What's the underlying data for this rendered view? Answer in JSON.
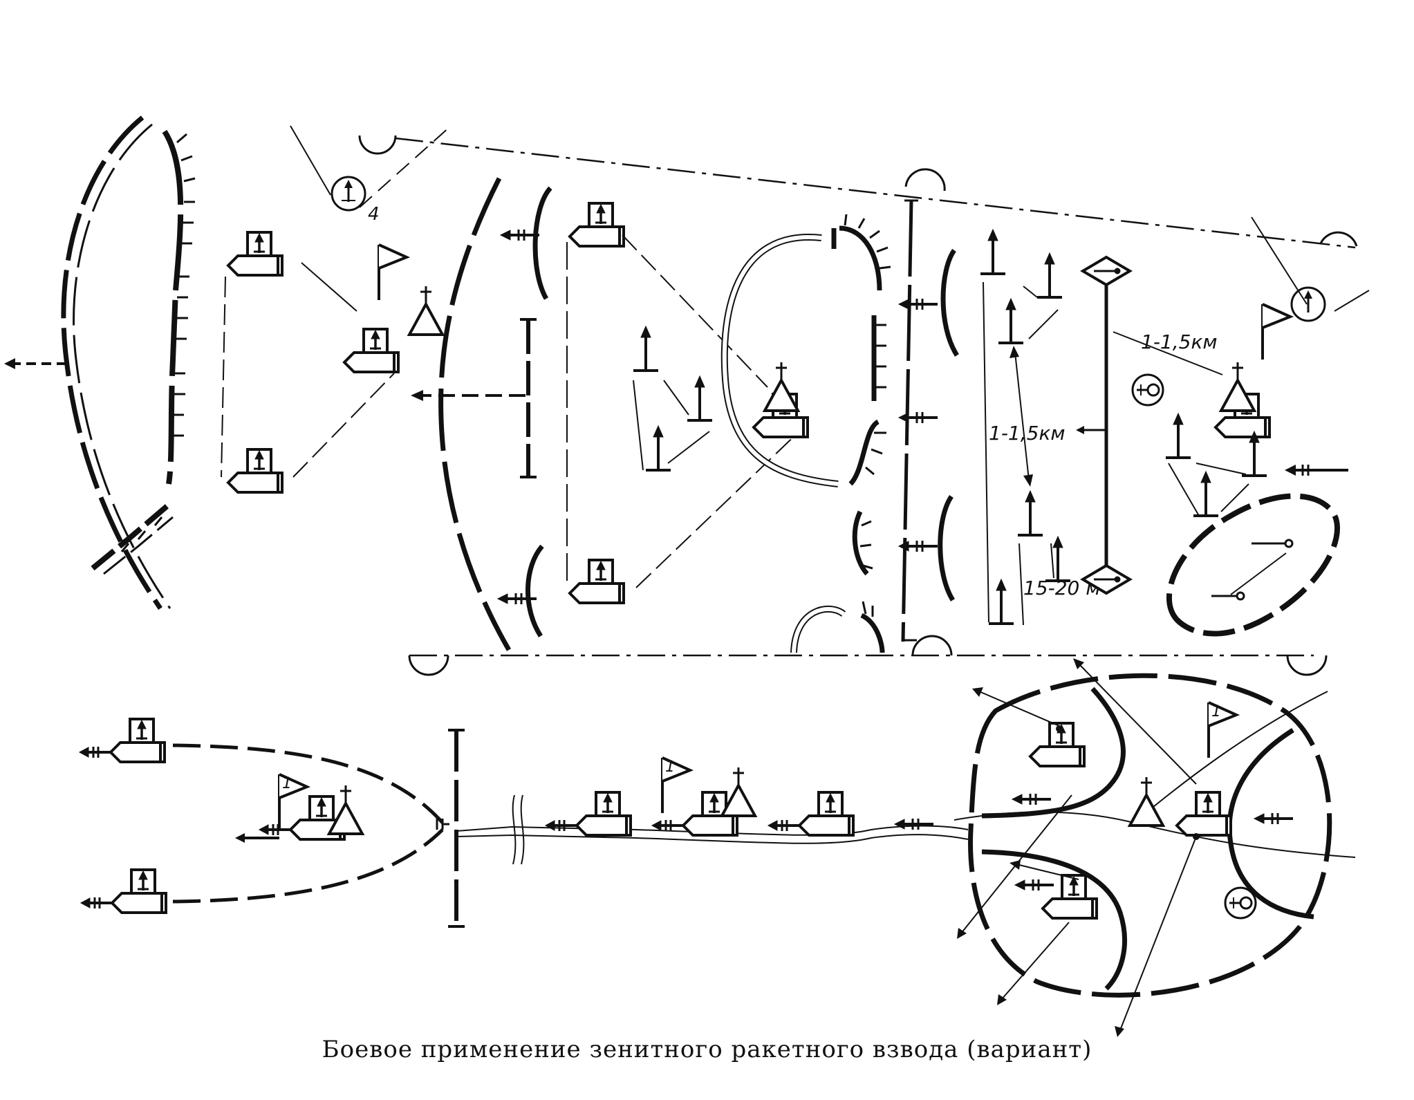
{
  "caption": "Боевое применение зенитного ракетного взвода (вариант)",
  "labels": {
    "sector_number": "4",
    "distance_outer": "1-1,5км",
    "distance_inner": "1-1,5км",
    "spacing": "15-20 м",
    "flag_number": "1"
  },
  "colors": {
    "ink": "#111111",
    "paper": "#ffffff"
  }
}
